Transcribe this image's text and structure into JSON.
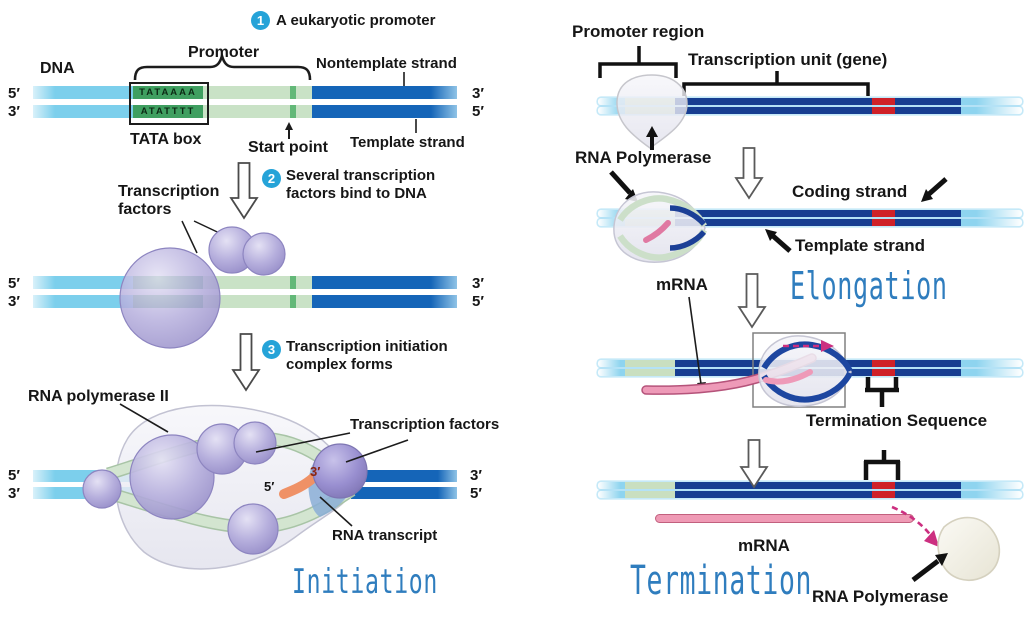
{
  "stage_titles": {
    "initiation": "Initiation",
    "elongation": "Elongation",
    "termination": "Termination"
  },
  "left": {
    "step1": {
      "badge": "1",
      "title": "A eukaryotic promoter",
      "dna": "DNA",
      "promoter": "Promoter",
      "nontemplate_strand": "Nontemplate strand",
      "template_strand": "Template strand",
      "tata_top_seq": "TATAAAA",
      "tata_bottom_seq": "ATATTTT",
      "tata_box": "TATA box",
      "start_point": "Start point",
      "ends": {
        "tl": "5′",
        "bl": "3′",
        "tr": "3′",
        "br": "5′"
      }
    },
    "step2": {
      "badge": "2",
      "title_line1": "Several transcription",
      "title_line2": "factors bind to DNA",
      "tf_line1": "Transcription",
      "tf_line2": "factors",
      "ends": {
        "tl": "5′",
        "bl": "3′",
        "tr": "3′",
        "br": "5′"
      }
    },
    "step3": {
      "badge": "3",
      "title_line1": "Transcription initiation",
      "title_line2": "complex forms",
      "rna_pol": "RNA polymerase II",
      "tf": "Transcription factors",
      "rna_transcript": "RNA transcript",
      "transcript_5": "5′",
      "transcript_3": "3′",
      "ends": {
        "tl": "5′",
        "bl": "3′",
        "tr": "3′",
        "br": "5′"
      }
    }
  },
  "right": {
    "promoter_region": "Promoter region",
    "transcription_unit": "Transcription unit (gene)",
    "rna_polymerase": "RNA Polymerase",
    "coding_strand": "Coding strand",
    "template_strand": "Template strand",
    "mrna": "mRNA",
    "termination_sequence": "Termination Sequence",
    "mrna_released": "mRNA",
    "rna_polymerase_released": "RNA Polymerase"
  },
  "colors": {
    "light_blue": "#7ccfec",
    "pale_green": "#c9e2c6",
    "tata_green": "#3f9f60",
    "navy_left": "#1565b8",
    "navy_right": "#173e91",
    "red_terminator": "#cf2128",
    "purple_factor": "#a79fd6",
    "mrna_pink": "#e896b2",
    "transcript_orange": "#ef9166",
    "stage_blue": "#2f7dbe",
    "badge_cyan": "#25a3d8"
  }
}
